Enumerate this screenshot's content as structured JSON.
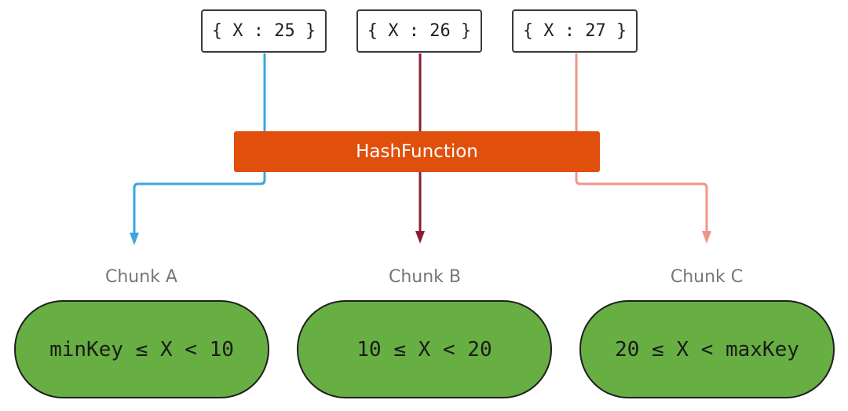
{
  "documents": [
    {
      "label": "{ X : 25 }"
    },
    {
      "label": "{ X : 26 }"
    },
    {
      "label": "{ X : 27 }"
    }
  ],
  "hash_function": {
    "label": "HashFunction",
    "color": "#e04f0b"
  },
  "chunks": [
    {
      "title": "Chunk A",
      "range": "minKey ≤ X < 10",
      "wire_color": "#3aa6dc"
    },
    {
      "title": "Chunk B",
      "range": "10 ≤ X < 20",
      "wire_color": "#8c1b35"
    },
    {
      "title": "Chunk C",
      "range": "20 ≤ X < maxKey",
      "wire_color": "#f0958a"
    }
  ],
  "colors": {
    "chunk_fill": "#67af42",
    "chunk_title": "#767676"
  }
}
